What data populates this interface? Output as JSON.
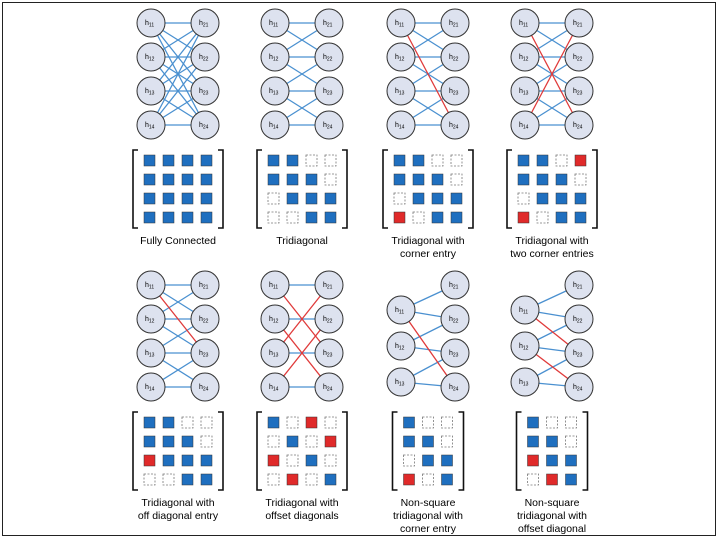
{
  "colors": {
    "blue": "#1f6fbf",
    "red": "#e02a2a",
    "node_fill": "#dde2ef",
    "node_stroke": "#333333",
    "edge_blue": "#4a90d0",
    "edge_red": "#e03a3a",
    "empty_stroke": "#777777"
  },
  "panels": [
    {
      "caption": "Fully Connected",
      "left_nodes": [
        "h11",
        "h12",
        "h13",
        "h14"
      ],
      "right_nodes": [
        "h21",
        "h22",
        "h23",
        "h24"
      ],
      "edges": [
        [
          0,
          0,
          "b"
        ],
        [
          0,
          1,
          "b"
        ],
        [
          0,
          2,
          "b"
        ],
        [
          0,
          3,
          "b"
        ],
        [
          1,
          0,
          "b"
        ],
        [
          1,
          1,
          "b"
        ],
        [
          1,
          2,
          "b"
        ],
        [
          1,
          3,
          "b"
        ],
        [
          2,
          0,
          "b"
        ],
        [
          2,
          1,
          "b"
        ],
        [
          2,
          2,
          "b"
        ],
        [
          2,
          3,
          "b"
        ],
        [
          3,
          0,
          "b"
        ],
        [
          3,
          1,
          "b"
        ],
        [
          3,
          2,
          "b"
        ],
        [
          3,
          3,
          "b"
        ]
      ],
      "matrix": [
        [
          "b",
          "b",
          "b",
          "b"
        ],
        [
          "b",
          "b",
          "b",
          "b"
        ],
        [
          "b",
          "b",
          "b",
          "b"
        ],
        [
          "b",
          "b",
          "b",
          "b"
        ]
      ]
    },
    {
      "caption": "Tridiagonal",
      "left_nodes": [
        "h11",
        "h12",
        "h13",
        "h14"
      ],
      "right_nodes": [
        "h21",
        "h22",
        "h23",
        "h24"
      ],
      "edges": [
        [
          0,
          0,
          "b"
        ],
        [
          0,
          1,
          "b"
        ],
        [
          1,
          0,
          "b"
        ],
        [
          1,
          1,
          "b"
        ],
        [
          1,
          2,
          "b"
        ],
        [
          2,
          1,
          "b"
        ],
        [
          2,
          2,
          "b"
        ],
        [
          2,
          3,
          "b"
        ],
        [
          3,
          2,
          "b"
        ],
        [
          3,
          3,
          "b"
        ]
      ],
      "matrix": [
        [
          "b",
          "b",
          "e",
          "e"
        ],
        [
          "b",
          "b",
          "b",
          "e"
        ],
        [
          "e",
          "b",
          "b",
          "b"
        ],
        [
          "e",
          "e",
          "b",
          "b"
        ]
      ]
    },
    {
      "caption": "Tridiagonal with\ncorner entry",
      "left_nodes": [
        "h11",
        "h12",
        "h13",
        "h14"
      ],
      "right_nodes": [
        "h21",
        "h22",
        "h23",
        "h24"
      ],
      "edges": [
        [
          0,
          0,
          "b"
        ],
        [
          0,
          1,
          "b"
        ],
        [
          1,
          0,
          "b"
        ],
        [
          1,
          1,
          "b"
        ],
        [
          1,
          2,
          "b"
        ],
        [
          2,
          1,
          "b"
        ],
        [
          2,
          2,
          "b"
        ],
        [
          2,
          3,
          "b"
        ],
        [
          3,
          2,
          "b"
        ],
        [
          3,
          3,
          "b"
        ],
        [
          0,
          3,
          "r"
        ]
      ],
      "matrix": [
        [
          "b",
          "b",
          "e",
          "e"
        ],
        [
          "b",
          "b",
          "b",
          "e"
        ],
        [
          "e",
          "b",
          "b",
          "b"
        ],
        [
          "r",
          "e",
          "b",
          "b"
        ]
      ]
    },
    {
      "caption": "Tridiagonal with\ntwo corner entries",
      "left_nodes": [
        "h11",
        "h12",
        "h13",
        "h14"
      ],
      "right_nodes": [
        "h21",
        "h22",
        "h23",
        "h24"
      ],
      "edges": [
        [
          0,
          0,
          "b"
        ],
        [
          0,
          1,
          "b"
        ],
        [
          1,
          0,
          "b"
        ],
        [
          1,
          1,
          "b"
        ],
        [
          1,
          2,
          "b"
        ],
        [
          2,
          1,
          "b"
        ],
        [
          2,
          2,
          "b"
        ],
        [
          2,
          3,
          "b"
        ],
        [
          3,
          2,
          "b"
        ],
        [
          3,
          3,
          "b"
        ],
        [
          0,
          3,
          "r"
        ],
        [
          3,
          0,
          "r"
        ]
      ],
      "matrix": [
        [
          "b",
          "b",
          "e",
          "r"
        ],
        [
          "b",
          "b",
          "b",
          "e"
        ],
        [
          "e",
          "b",
          "b",
          "b"
        ],
        [
          "r",
          "e",
          "b",
          "b"
        ]
      ]
    },
    {
      "caption": "Tridiagonal with\noff diagonal entry",
      "left_nodes": [
        "h11",
        "h12",
        "h13",
        "h14"
      ],
      "right_nodes": [
        "h21",
        "h22",
        "h23",
        "h24"
      ],
      "edges": [
        [
          0,
          0,
          "b"
        ],
        [
          0,
          1,
          "b"
        ],
        [
          1,
          0,
          "b"
        ],
        [
          1,
          1,
          "b"
        ],
        [
          1,
          2,
          "b"
        ],
        [
          2,
          1,
          "b"
        ],
        [
          2,
          2,
          "b"
        ],
        [
          2,
          3,
          "b"
        ],
        [
          3,
          2,
          "b"
        ],
        [
          3,
          3,
          "b"
        ],
        [
          0,
          2,
          "r"
        ]
      ],
      "matrix": [
        [
          "b",
          "b",
          "e",
          "e"
        ],
        [
          "b",
          "b",
          "b",
          "e"
        ],
        [
          "r",
          "b",
          "b",
          "b"
        ],
        [
          "e",
          "e",
          "b",
          "b"
        ]
      ]
    },
    {
      "caption": "Tridiagonal with\noffset diagonals",
      "left_nodes": [
        "h11",
        "h12",
        "h13",
        "h14"
      ],
      "right_nodes": [
        "h21",
        "h22",
        "h23",
        "h24"
      ],
      "edges": [
        [
          0,
          0,
          "b"
        ],
        [
          1,
          1,
          "b"
        ],
        [
          2,
          2,
          "b"
        ],
        [
          3,
          3,
          "b"
        ],
        [
          0,
          2,
          "r"
        ],
        [
          1,
          3,
          "r"
        ],
        [
          2,
          0,
          "r"
        ],
        [
          3,
          1,
          "r"
        ]
      ],
      "matrix": [
        [
          "b",
          "e",
          "r",
          "e"
        ],
        [
          "e",
          "b",
          "e",
          "r"
        ],
        [
          "r",
          "e",
          "b",
          "e"
        ],
        [
          "e",
          "r",
          "e",
          "b"
        ]
      ]
    },
    {
      "caption": "Non-square\ntridiagonal with\ncorner entry",
      "left_nodes": [
        "h11",
        "h12",
        "h13"
      ],
      "right_nodes": [
        "h21",
        "h22",
        "h23",
        "h24"
      ],
      "edges": [
        [
          0,
          0,
          "b"
        ],
        [
          0,
          1,
          "b"
        ],
        [
          1,
          1,
          "b"
        ],
        [
          1,
          2,
          "b"
        ],
        [
          2,
          2,
          "b"
        ],
        [
          2,
          3,
          "b"
        ],
        [
          0,
          3,
          "r"
        ]
      ],
      "matrix": [
        [
          "b",
          "e",
          "e"
        ],
        [
          "b",
          "b",
          "e"
        ],
        [
          "e",
          "b",
          "b"
        ],
        [
          "r",
          "e",
          "b"
        ]
      ]
    },
    {
      "caption": "Non-square\ntridiagonal with\noffset diagonal",
      "left_nodes": [
        "h11",
        "h12",
        "h13"
      ],
      "right_nodes": [
        "h21",
        "h22",
        "h23",
        "h24"
      ],
      "edges": [
        [
          0,
          0,
          "b"
        ],
        [
          0,
          1,
          "b"
        ],
        [
          1,
          1,
          "b"
        ],
        [
          1,
          2,
          "b"
        ],
        [
          2,
          2,
          "b"
        ],
        [
          2,
          3,
          "b"
        ],
        [
          0,
          2,
          "r"
        ],
        [
          1,
          3,
          "r"
        ]
      ],
      "matrix": [
        [
          "b",
          "e",
          "e"
        ],
        [
          "b",
          "b",
          "e"
        ],
        [
          "r",
          "b",
          "b"
        ],
        [
          "e",
          "r",
          "b"
        ]
      ]
    }
  ]
}
